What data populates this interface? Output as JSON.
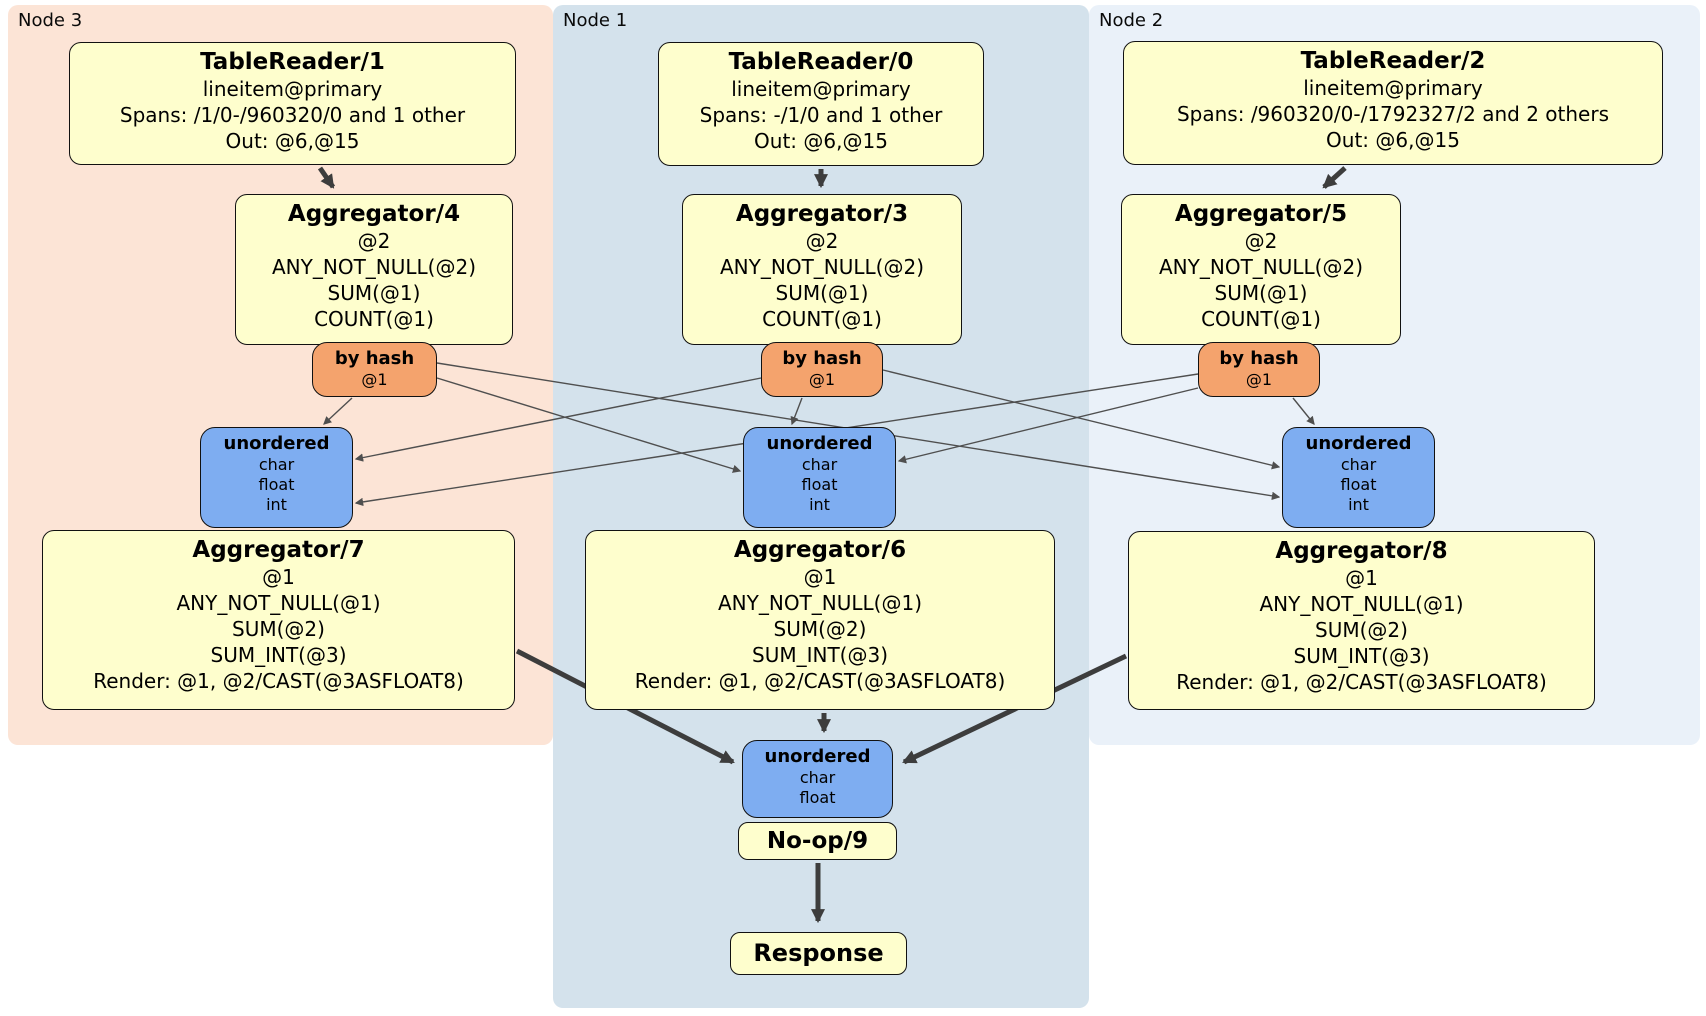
{
  "panels": {
    "node3": {
      "label": "Node 3"
    },
    "node1": {
      "label": "Node 1"
    },
    "node2": {
      "label": "Node 2"
    }
  },
  "processors": {
    "tablereader1": {
      "title": "TableReader/1",
      "lines": [
        "lineitem@primary",
        "Spans: /1/0-/960320/0 and 1 other",
        "Out: @6,@15"
      ]
    },
    "tablereader0": {
      "title": "TableReader/0",
      "lines": [
        "lineitem@primary",
        "Spans: -/1/0 and 1 other",
        "Out: @6,@15"
      ]
    },
    "tablereader2": {
      "title": "TableReader/2",
      "lines": [
        "lineitem@primary",
        "Spans: /960320/0-/1792327/2 and 2 others",
        "Out: @6,@15"
      ]
    },
    "aggregator4": {
      "title": "Aggregator/4",
      "lines": [
        "@2",
        "ANY_NOT_NULL(@2)",
        "SUM(@1)",
        "COUNT(@1)"
      ]
    },
    "aggregator3": {
      "title": "Aggregator/3",
      "lines": [
        "@2",
        "ANY_NOT_NULL(@2)",
        "SUM(@1)",
        "COUNT(@1)"
      ]
    },
    "aggregator5": {
      "title": "Aggregator/5",
      "lines": [
        "@2",
        "ANY_NOT_NULL(@2)",
        "SUM(@1)",
        "COUNT(@1)"
      ]
    },
    "aggregator7": {
      "title": "Aggregator/7",
      "lines": [
        "@1",
        "ANY_NOT_NULL(@1)",
        "SUM(@2)",
        "SUM_INT(@3)",
        "Render: @1, @2/CAST(@3ASFLOAT8)"
      ]
    },
    "aggregator6": {
      "title": "Aggregator/6",
      "lines": [
        "@1",
        "ANY_NOT_NULL(@1)",
        "SUM(@2)",
        "SUM_INT(@3)",
        "Render: @1, @2/CAST(@3ASFLOAT8)"
      ]
    },
    "aggregator8": {
      "title": "Aggregator/8",
      "lines": [
        "@1",
        "ANY_NOT_NULL(@1)",
        "SUM(@2)",
        "SUM_INT(@3)",
        "Render: @1, @2/CAST(@3ASFLOAT8)"
      ]
    },
    "noop9": {
      "title": "No-op/9"
    },
    "response": {
      "title": "Response"
    }
  },
  "routers": {
    "byhash3": {
      "title": "by hash",
      "lines": [
        "@1"
      ]
    },
    "byhash1": {
      "title": "by hash",
      "lines": [
        "@1"
      ]
    },
    "byhash2": {
      "title": "by hash",
      "lines": [
        "@1"
      ]
    }
  },
  "syncs": {
    "unordered3": {
      "title": "unordered",
      "lines": [
        "char",
        "float",
        "int"
      ]
    },
    "unordered1": {
      "title": "unordered",
      "lines": [
        "char",
        "float",
        "int"
      ]
    },
    "unordered2": {
      "title": "unordered",
      "lines": [
        "char",
        "float",
        "int"
      ]
    },
    "unordered_final": {
      "title": "unordered",
      "lines": [
        "char",
        "float"
      ]
    }
  },
  "colors": {
    "panel-node3": "#fce4d6",
    "panel-node1": "#d4e2ec",
    "panel-node2": "#eaf1f9",
    "box-yellow": "#fefecd",
    "box-orange": "#f4a36d",
    "box-blue": "#7eadf1",
    "edge-thick": "#3d3d3d",
    "edge-thin": "#4f4f4f",
    "box-border": "#111111"
  }
}
